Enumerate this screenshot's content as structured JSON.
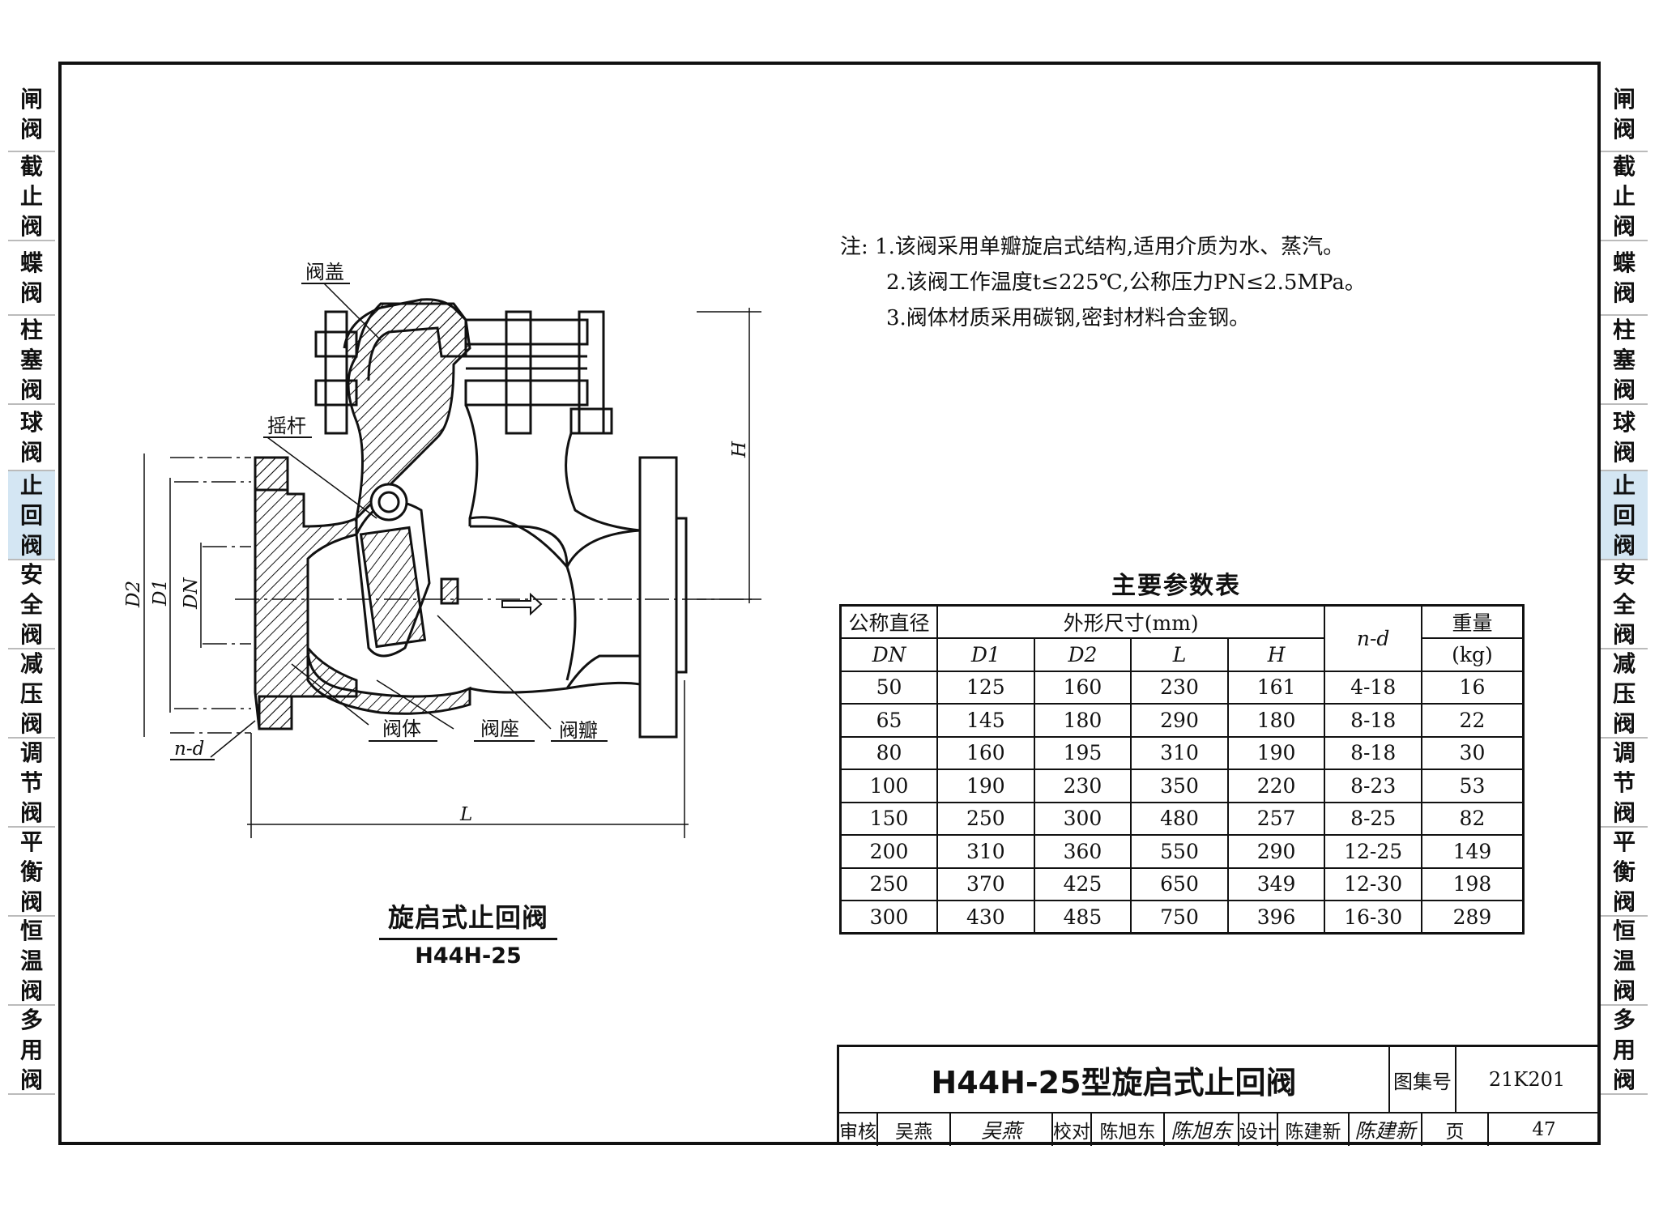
{
  "sidebar": {
    "tabs": [
      {
        "label": "闸阀",
        "active": false
      },
      {
        "label": "截止阀",
        "active": false
      },
      {
        "label": "蝶阀",
        "active": false
      },
      {
        "label": "柱塞阀",
        "active": false
      },
      {
        "label": "球阀",
        "active": false
      },
      {
        "label": "止回阀",
        "active": true
      },
      {
        "label": "安全阀",
        "active": false
      },
      {
        "label": "减压阀",
        "active": false
      },
      {
        "label": "调节阀",
        "active": false
      },
      {
        "label": "平衡阀",
        "active": false
      },
      {
        "label": "恒温阀",
        "active": false
      },
      {
        "label": "多用阀",
        "active": false
      }
    ],
    "active_color": "#d4e6f3"
  },
  "notes": {
    "prefix": "注:",
    "items": [
      "1.该阀采用单瓣旋启式结构,适用介质为水、蒸汽。",
      "2.该阀工作温度t≤225℃,公称压力PN≤2.5MPa。",
      "3.阀体材质采用碳钢,密封材料合金钢。"
    ]
  },
  "drawing": {
    "labels": {
      "bonnet": "阀盖",
      "rocker": "摇杆",
      "body": "阀体",
      "seat": "阀座",
      "disc": "阀瓣",
      "nd": "n-d"
    },
    "dimensions": {
      "d2": "D2",
      "d1": "D1",
      "dn": "DN",
      "l": "L",
      "h": "H"
    },
    "caption": "旋启式止回阀",
    "model": "H44H-25"
  },
  "table": {
    "title": "主要参数表",
    "header": {
      "nominal": "公称直径",
      "dn": "DN",
      "outline": "外形尺寸(mm)",
      "d1": "D1",
      "d2": "D2",
      "l": "L",
      "h": "H",
      "nd": "n-d",
      "weight": "重量",
      "weight_unit": "(kg)"
    },
    "rows": [
      [
        "50",
        "125",
        "160",
        "230",
        "161",
        "4-18",
        "16"
      ],
      [
        "65",
        "145",
        "180",
        "290",
        "180",
        "8-18",
        "22"
      ],
      [
        "80",
        "160",
        "195",
        "310",
        "190",
        "8-18",
        "30"
      ],
      [
        "100",
        "190",
        "230",
        "350",
        "220",
        "8-23",
        "53"
      ],
      [
        "150",
        "250",
        "300",
        "480",
        "257",
        "8-25",
        "82"
      ],
      [
        "200",
        "310",
        "360",
        "550",
        "290",
        "12-25",
        "149"
      ],
      [
        "250",
        "370",
        "425",
        "650",
        "349",
        "12-30",
        "198"
      ],
      [
        "300",
        "430",
        "485",
        "750",
        "396",
        "16-30",
        "289"
      ]
    ]
  },
  "titleblock": {
    "title": "H44H-25型旋启式止回阀",
    "atlas_label": "图集号",
    "atlas_no": "21K201",
    "page_label": "页",
    "page_no": "47",
    "review_label": "审核",
    "reviewer": "吴燕",
    "reviewer_sign": "吴燕",
    "check_label": "校对",
    "checker": "陈旭东",
    "checker_sign": "陈旭东",
    "design_label": "设计",
    "designer": "陈建新",
    "designer_sign": "陈建新"
  }
}
